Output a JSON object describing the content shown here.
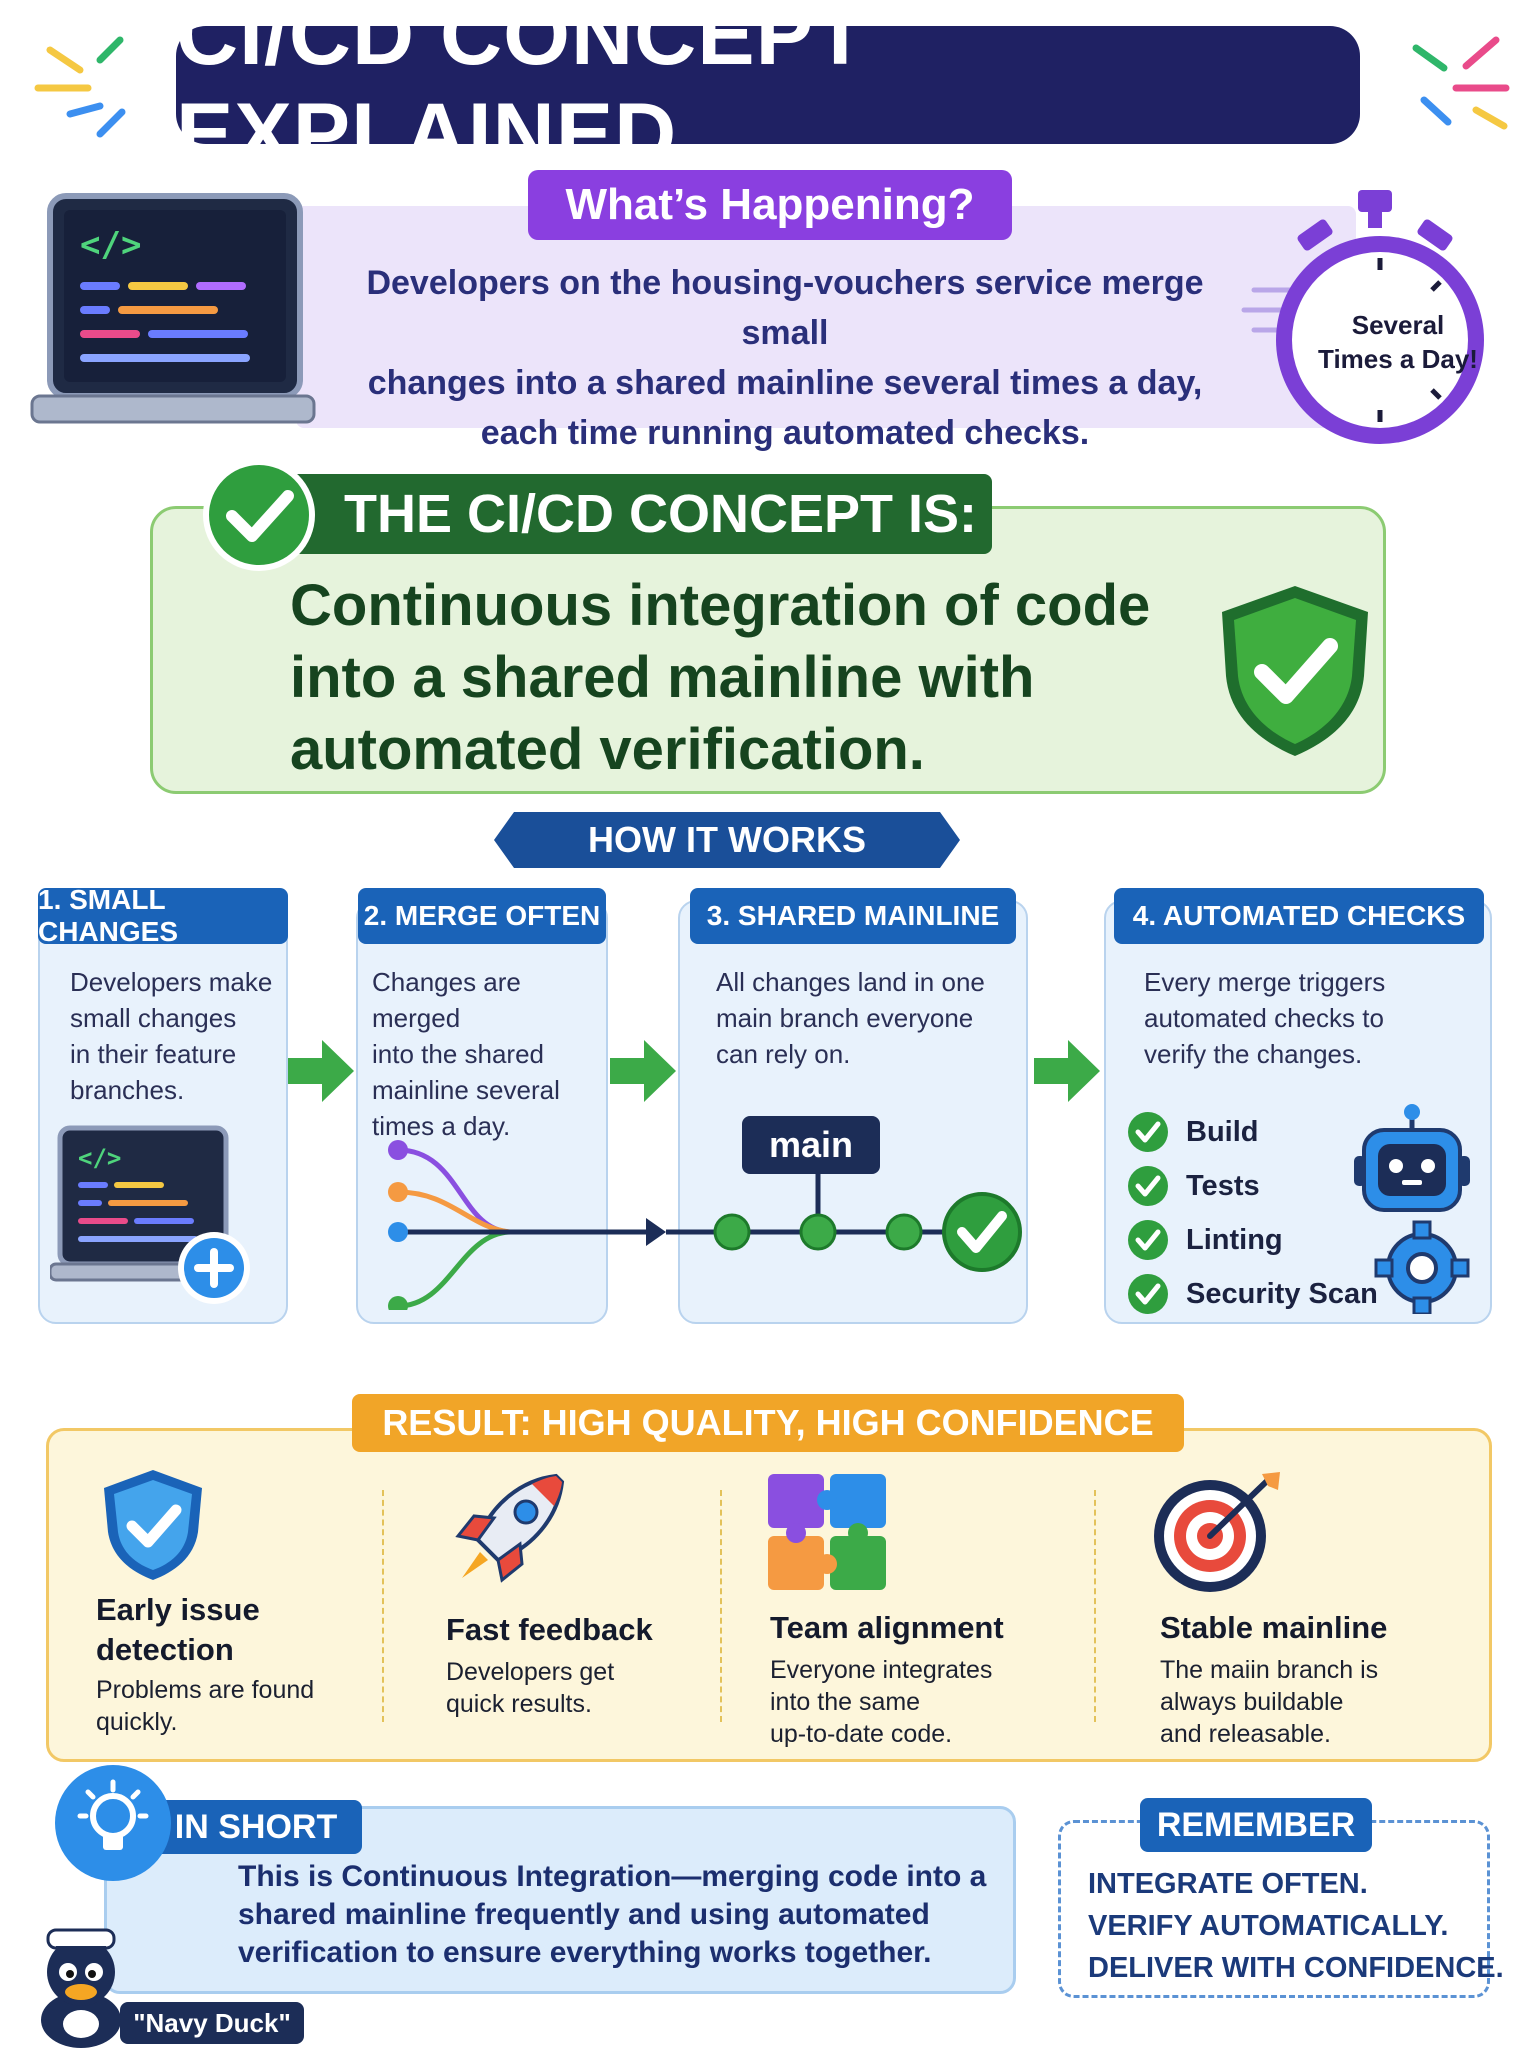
{
  "title": "CI/CD CONCEPT EXPLAINED",
  "happening": {
    "tag": "What’s Happening?",
    "lines": [
      "Developers on the housing-vouchers service merge small",
      "changes into a shared mainline several times a day,",
      "each time running automated checks."
    ],
    "stopwatch_lines": [
      "Several",
      "Times a Day!"
    ]
  },
  "concept": {
    "tag": "THE CI/CD CONCEPT IS:",
    "lines": [
      "Continuous integration of code",
      "into a shared mainline with",
      "automated verification."
    ]
  },
  "how": {
    "banner": "HOW IT WORKS",
    "steps": [
      {
        "title": "1. SMALL CHANGES",
        "lines": [
          "Developers make",
          "small changes",
          "in their feature",
          "branches."
        ]
      },
      {
        "title": "2. MERGE OFTEN",
        "lines": [
          "Changes are merged",
          "into the shared",
          "mainline several",
          "times a day."
        ]
      },
      {
        "title": "3. SHARED MAINLINE",
        "lines": [
          "All changes land in one",
          "main branch everyone",
          "can rely on."
        ]
      },
      {
        "title": "4. AUTOMATED CHECKS",
        "lines": [
          "Every merge triggers",
          "automated checks to",
          "verify the changes."
        ]
      }
    ],
    "main_label": "main",
    "checks": [
      "Build",
      "Tests",
      "Linting",
      "Security Scan"
    ]
  },
  "result": {
    "tag": "RESULT: HIGH QUALITY, HIGH CONFIDENCE",
    "items": [
      {
        "title_lines": [
          "Early issue",
          "detection"
        ],
        "text_lines": [
          "Problems are found",
          "quickly."
        ]
      },
      {
        "title_lines": [
          "Fast feedback"
        ],
        "text_lines": [
          "Developers get",
          "quick results."
        ]
      },
      {
        "title_lines": [
          "Team alignment"
        ],
        "text_lines": [
          "Everyone integrates",
          "into the same",
          "up-to-date code."
        ]
      },
      {
        "title_lines": [
          "Stable mainline"
        ],
        "text_lines": [
          "The maiin branch is",
          "always buildable",
          "and releasable."
        ]
      }
    ]
  },
  "short": {
    "tag": "IN SHORT",
    "lines": [
      "This is Continuous Integration—merging code into a",
      "shared mainline frequently and using automated",
      "verification to ensure everything works together."
    ],
    "mascot": "\"Navy Duck\""
  },
  "remember": {
    "tag": "REMEMBER",
    "lines": [
      "INTEGRATE OFTEN.",
      "VERIFY AUTOMATICALLY.",
      "DELIVER WITH CONFIDENCE."
    ]
  },
  "colors": {
    "navy": "#1f2163",
    "purple": "#8a3fe0",
    "green": "#22692f",
    "blue": "#1a63b8",
    "orange": "#f1a528"
  }
}
